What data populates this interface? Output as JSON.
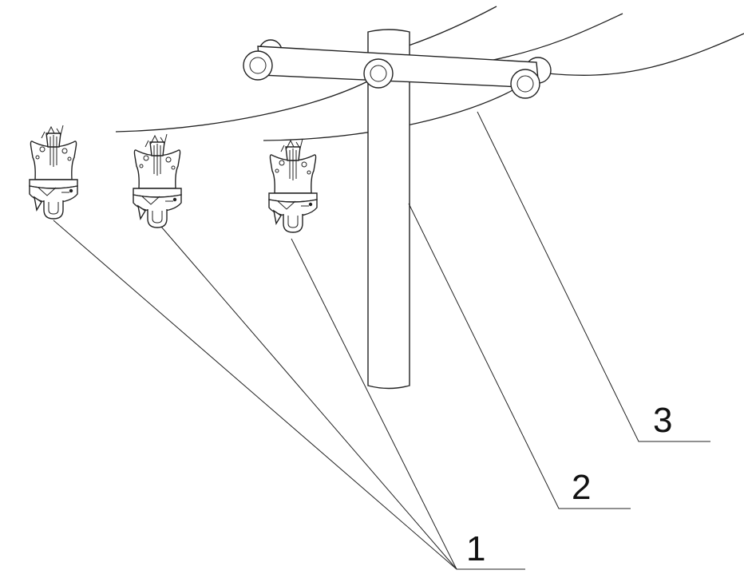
{
  "labels": {
    "one": "1",
    "two": "2",
    "three": "3"
  },
  "colors": {
    "line": "#222222",
    "background": "#ffffff"
  }
}
